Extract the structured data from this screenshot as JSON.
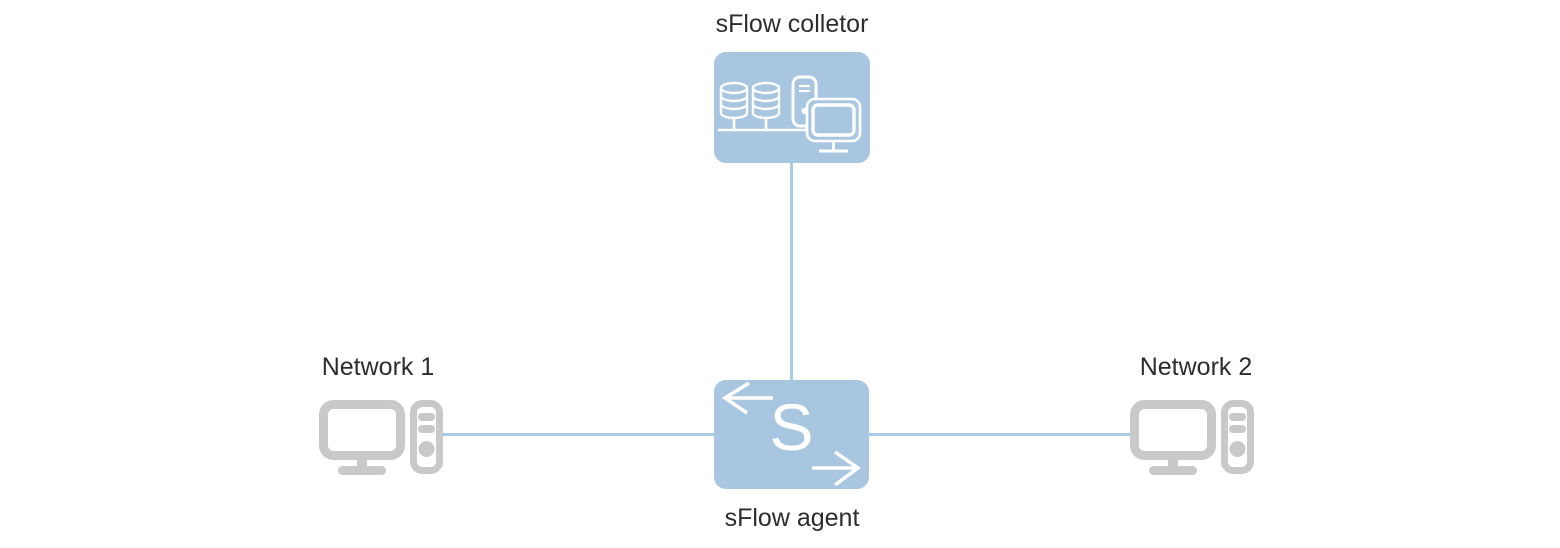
{
  "diagram": {
    "collector": {
      "label": "sFlow colletor"
    },
    "agent": {
      "label": "sFlow agent",
      "letter": "S"
    },
    "network1": {
      "label": "Network 1"
    },
    "network2": {
      "label": "Network 2"
    },
    "colors": {
      "node_fill": "#a8c6df",
      "connector_line": "#aacbe4",
      "device_icon_gray": "#c9c9c9",
      "icon_white": "#ffffff",
      "label_text": "#2d2d2d"
    },
    "icons": {
      "collector": "database-server-monitor-icon",
      "agent": "switch-in-out-arrows-icon",
      "network": "desktop-computer-icon"
    }
  }
}
